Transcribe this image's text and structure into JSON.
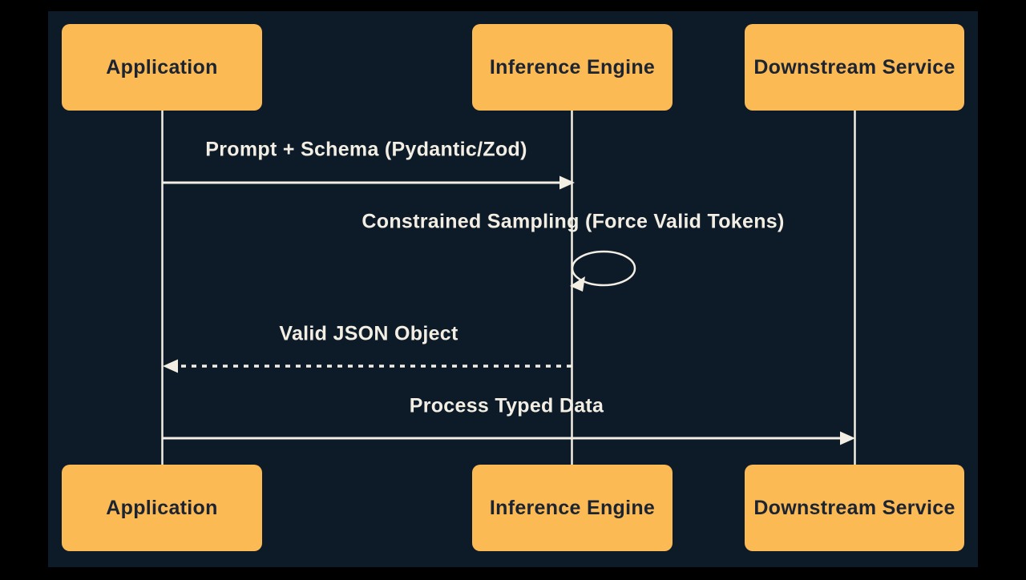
{
  "diagram": {
    "type": "sequence",
    "actors": [
      {
        "id": "application",
        "label": "Application"
      },
      {
        "id": "inference-engine",
        "label": "Inference Engine"
      },
      {
        "id": "downstream-service",
        "label": "Downstream Service"
      }
    ],
    "messages": [
      {
        "from": "Application",
        "to": "Inference Engine",
        "label": "Prompt + Schema (Pydantic/Zod)",
        "line": "solid",
        "arrow": "filled-right"
      },
      {
        "from": "Inference Engine",
        "to": "Inference Engine",
        "label": "Constrained Sampling (Force Valid Tokens)",
        "line": "self-loop",
        "arrow": "filled-left"
      },
      {
        "from": "Inference Engine",
        "to": "Application",
        "label": "Valid JSON Object",
        "line": "dashed",
        "arrow": "filled-left"
      },
      {
        "from": "Application",
        "to": "Downstream Service",
        "label": "Process Typed Data",
        "line": "solid",
        "arrow": "filled-right"
      }
    ],
    "colors": {
      "frame": "#000000",
      "panel_background": "#0d1a28",
      "actor_fill": "#fcba55",
      "actor_text": "#1c2431",
      "line": "#f3eee3",
      "label_text": "#f3eee3"
    }
  }
}
